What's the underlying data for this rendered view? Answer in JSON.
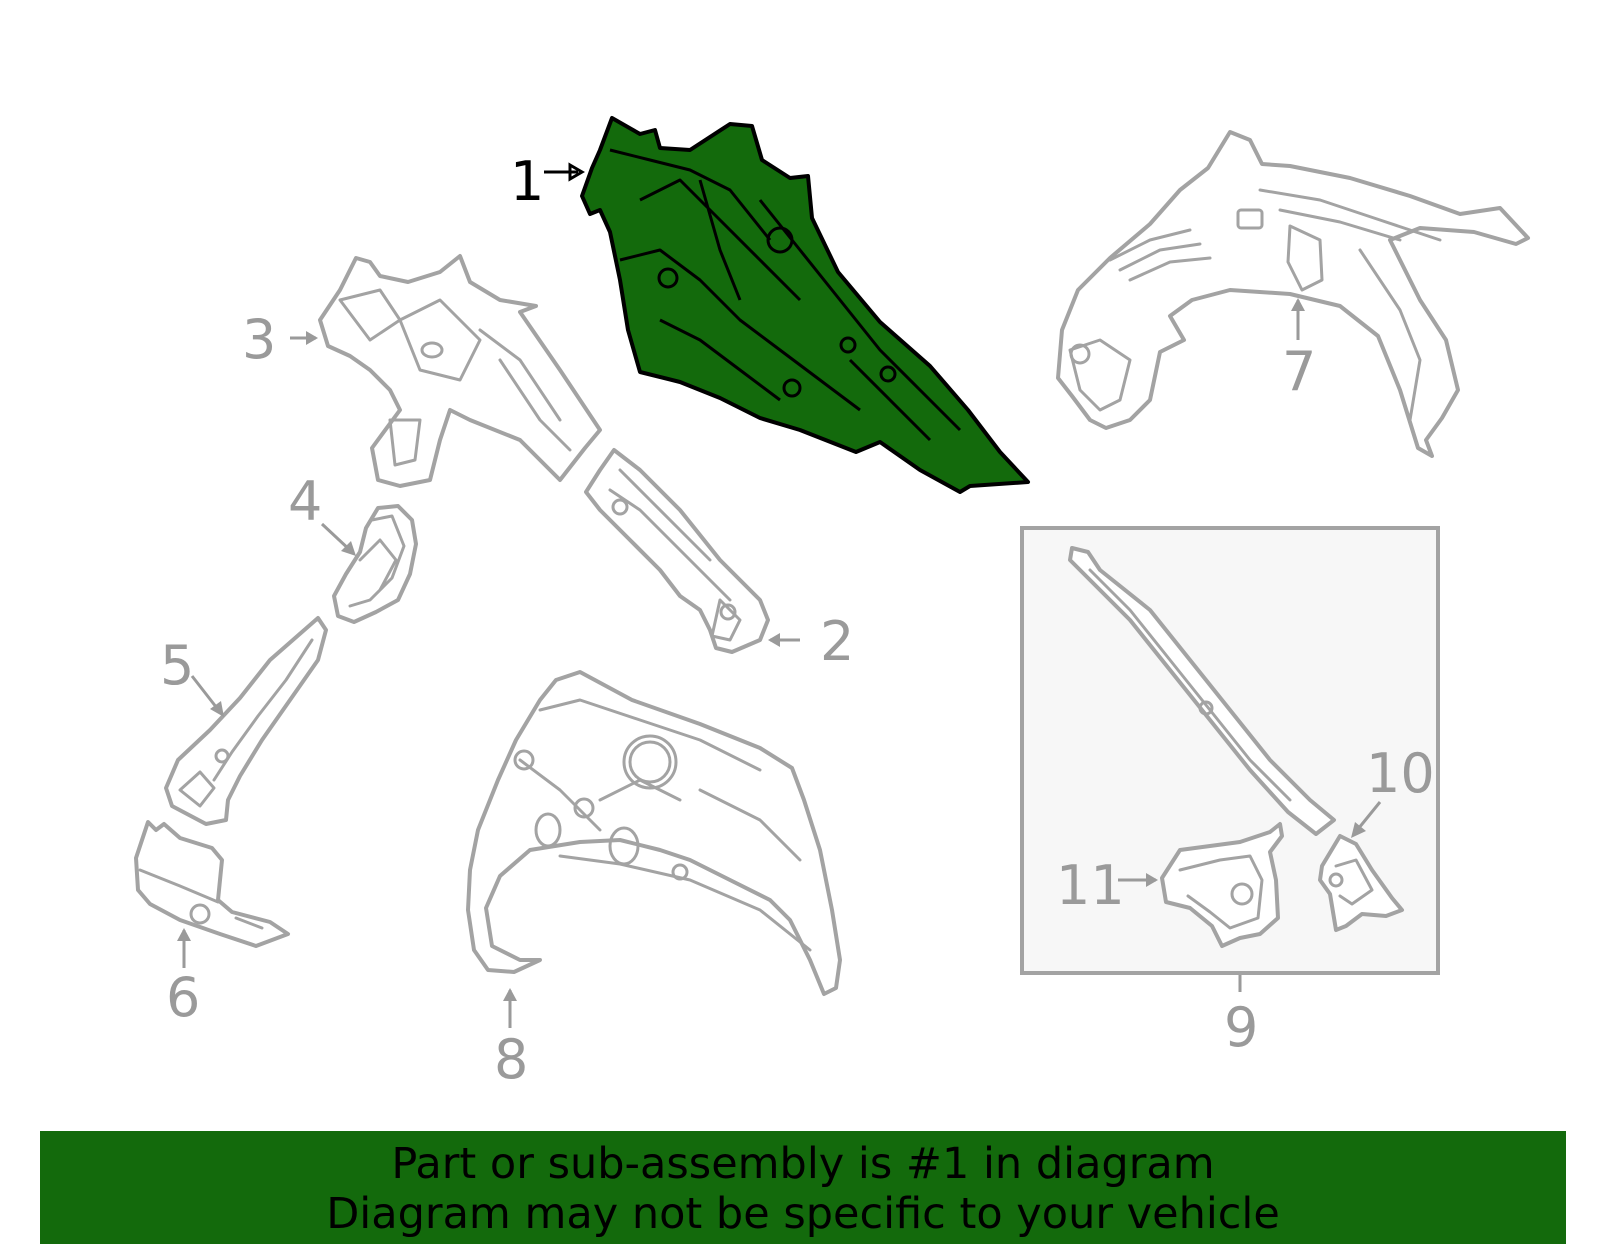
{
  "diagram": {
    "highlighted_part": "1",
    "colors": {
      "highlight": "#136a0c",
      "outline": "#a3a3a3",
      "callout_text": "#9a9a9a"
    },
    "callouts": {
      "c1": "1",
      "c2": "2",
      "c3": "3",
      "c4": "4",
      "c5": "5",
      "c6": "6",
      "c7": "7",
      "c8": "8",
      "c9": "9",
      "c10": "10",
      "c11": "11"
    }
  },
  "banner": {
    "line1": "Part or sub-assembly is #1 in diagram",
    "line2": "Diagram may not be specific to your vehicle"
  }
}
